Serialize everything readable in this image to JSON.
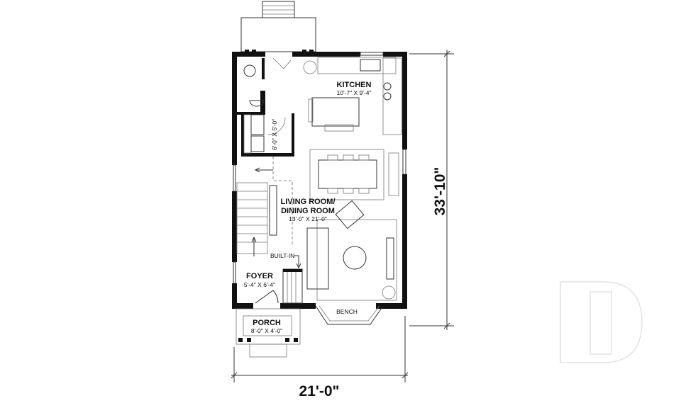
{
  "rooms": {
    "kitchen": {
      "name": "KITCHEN",
      "size": "10'-7\" X 9'-4\""
    },
    "living": {
      "name_line1": "LIVING ROOM/",
      "name_line2": "DINING ROOM",
      "size": "13'-0\" X 21'-0\""
    },
    "foyer": {
      "name": "FOYER",
      "size": "5'-4\" X 6'-4\""
    },
    "porch": {
      "name": "PORCH",
      "size": "8'-0\" X 4'-0\""
    },
    "laundry": {
      "size": "6'-0\" X 5'-0\""
    }
  },
  "annotations": {
    "built_in": "BUILT-IN",
    "bench": "BENCH"
  },
  "dimensions": {
    "width": "21'-0\"",
    "depth": "33'-10\""
  },
  "logo": {
    "text": "D"
  }
}
